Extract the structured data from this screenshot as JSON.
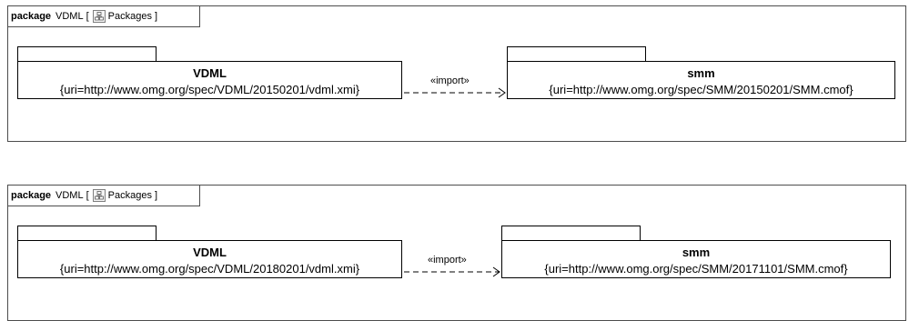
{
  "diagrams": [
    {
      "header": {
        "keyword": "package",
        "name": "VDML",
        "open_bracket": "[",
        "diagram_type": "Packages",
        "close_bracket": "]"
      },
      "source": {
        "name": "VDML",
        "uri": "{uri=http://www.omg.org/spec/VDML/20150201/vdml.xmi}"
      },
      "target": {
        "name": "smm",
        "uri": "{uri=http://www.omg.org/spec/SMM/20150201/SMM.cmof}"
      },
      "dependency": {
        "stereotype": "«import»"
      }
    },
    {
      "header": {
        "keyword": "package",
        "name": "VDML",
        "open_bracket": "[",
        "diagram_type": "Packages",
        "close_bracket": "]"
      },
      "source": {
        "name": "VDML",
        "uri": "{uri=http://www.omg.org/spec/VDML/20180201/vdml.xmi}"
      },
      "target": {
        "name": "smm",
        "uri": "{uri=http://www.omg.org/spec/SMM/20171101/SMM.cmof}"
      },
      "dependency": {
        "stereotype": "«import»"
      }
    }
  ],
  "icons": {
    "diagram_type_icon": "package-diagram-icon"
  }
}
